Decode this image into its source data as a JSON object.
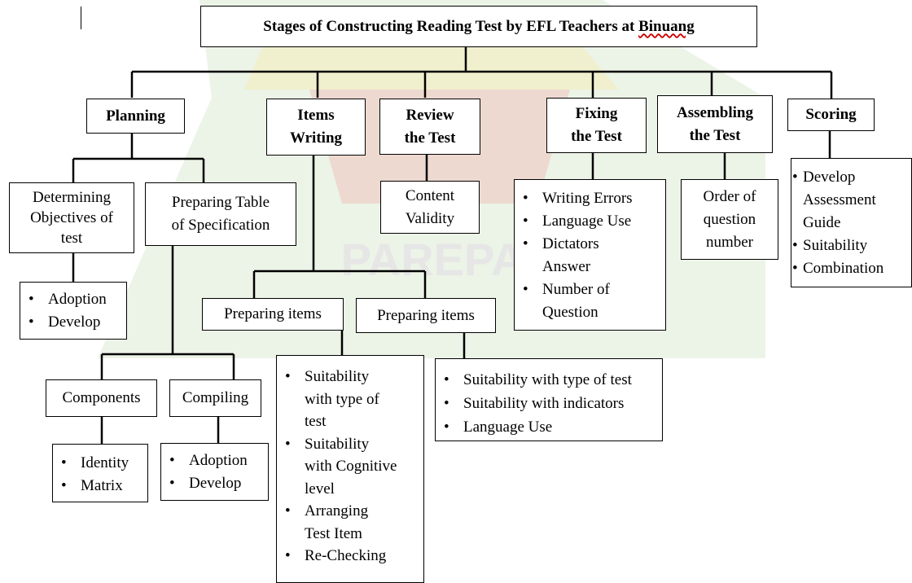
{
  "title_before": "Stages of Constructing Reading Test by EFL Teachers at ",
  "title_place": "Binuang",
  "watermark": "PAREPARE",
  "colors": {
    "watermark_green": "#dcead3",
    "watermark_yellow": "#f3efc8",
    "watermark_red": "#efc8c2"
  },
  "stages": {
    "planning": "Planning",
    "items_writing": [
      "Items",
      "Writing"
    ],
    "review": [
      "Review",
      "the Test"
    ],
    "fixing": [
      "Fixing",
      "the Test"
    ],
    "assembling": [
      "Assembling",
      "the Test"
    ],
    "scoring": "Scoring"
  },
  "planning": {
    "objectives": [
      "Determining",
      "Objectives of",
      "test"
    ],
    "objectives_items": [
      "Adoption",
      "Develop"
    ],
    "table_spec": [
      "Preparing Table",
      "of Specification"
    ],
    "components": "Components",
    "components_items": [
      "Identity",
      "Matrix"
    ],
    "compiling": "Compiling",
    "compiling_items": [
      "Adoption",
      "Develop"
    ]
  },
  "items_writing": {
    "preparing_1": "Preparing items",
    "preparing_1_items": [
      [
        "Suitability",
        "with type of",
        "test"
      ],
      [
        "Suitability",
        "with Cognitive",
        "level"
      ],
      [
        "Arranging",
        "Test Item"
      ],
      [
        "Re-Checking"
      ]
    ],
    "preparing_2": "Preparing items",
    "preparing_2_items": [
      "Suitability with type of test",
      "Suitability with indicators",
      "Language Use"
    ]
  },
  "review": {
    "content": [
      "Content",
      "Validity"
    ]
  },
  "fixing": {
    "items": [
      [
        "Writing Errors"
      ],
      [
        "Language Use"
      ],
      [
        "Dictators",
        "Answer"
      ],
      [
        "Number of",
        "Question"
      ]
    ]
  },
  "assembling": {
    "order": [
      "Order of",
      "question",
      "number"
    ]
  },
  "scoring": {
    "items": [
      [
        "Develop",
        "Assessment",
        "Guide"
      ],
      [
        "Suitability"
      ],
      [
        "Combination"
      ]
    ]
  }
}
